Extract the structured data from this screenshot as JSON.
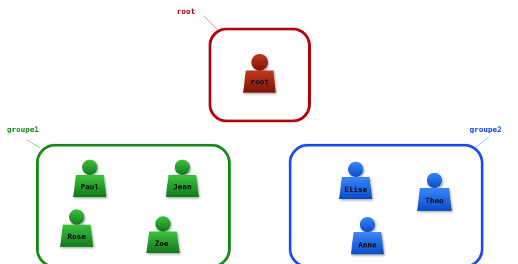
{
  "colors": {
    "root": "#b5000a",
    "root_user": "#9b1b10",
    "group1": "#1a8a1a",
    "group1_user": "#1f9a2a",
    "group2": "#1a4ff0",
    "group2_user": "#1862e0",
    "label_text": "#111111"
  },
  "groups": [
    {
      "id": "root",
      "label": "root",
      "color_key": "root",
      "members": [
        {
          "name": "root"
        }
      ]
    },
    {
      "id": "groupe1",
      "label": "groupe1",
      "color_key": "group1",
      "members": [
        {
          "name": "Paul"
        },
        {
          "name": "Jean"
        },
        {
          "name": "Rose"
        },
        {
          "name": "Zoe"
        }
      ]
    },
    {
      "id": "groupe2",
      "label": "groupe2",
      "color_key": "group2",
      "members": [
        {
          "name": "Elise"
        },
        {
          "name": "Theo"
        },
        {
          "name": "Anne"
        }
      ]
    }
  ],
  "icons": {
    "user": "user-icon"
  }
}
